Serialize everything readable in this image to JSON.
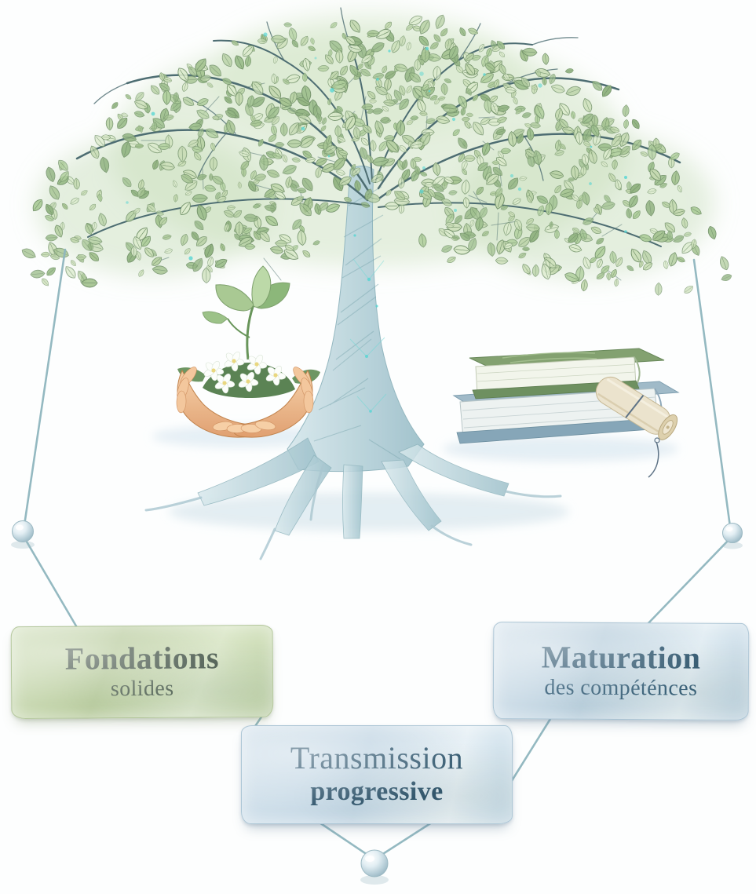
{
  "boxes": {
    "foundations": {
      "title": "Fondations",
      "subtitle": "solides"
    },
    "transmission": {
      "title": "Transmission",
      "subtitle": "progressive"
    },
    "maturation": {
      "title": "Maturation",
      "subtitle": "des compéténces"
    }
  },
  "illustrations": {
    "tree": "watercolor-tree-icon",
    "hands": "hands-holding-seedling-icon",
    "books": "books-and-scroll-icon",
    "node": "connector-node"
  },
  "colors": {
    "leaf_greens": [
      "#b9d2a6",
      "#a6c492",
      "#cde0ba",
      "#93b583",
      "#c4d9b0",
      "#dcebcd",
      "#9fc08f",
      "#b0cf9d"
    ],
    "trunk": "#b5d0d8",
    "branch": "#4d6d72",
    "connector_line": "#8fb6be",
    "accent_cyan": "#57d6d4",
    "green_box_text": "#4e5d51",
    "blue_box_text": "#2f566f"
  }
}
